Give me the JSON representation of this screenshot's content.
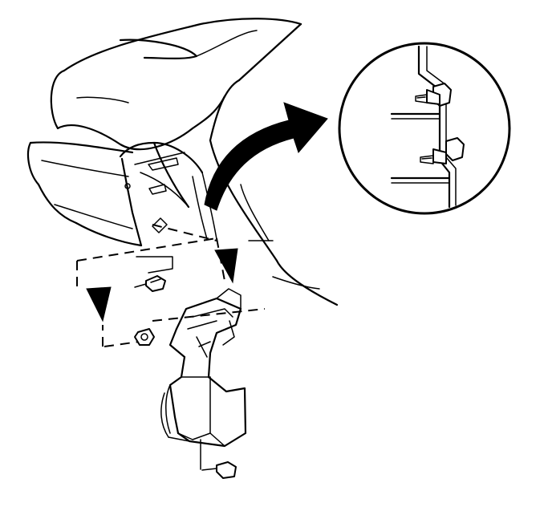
{
  "diagram": {
    "parts": [
      "vehicle-rear-quarter",
      "bumper-fascia",
      "wheel-opening",
      "deflector-bracket",
      "fastener-upper",
      "fastener-middle",
      "fastener-lower",
      "detail-callout-circle",
      "detail-pointer-arrow"
    ],
    "icons": [
      "screw-icon",
      "arrow-icon",
      "callout-magnifier"
    ]
  }
}
